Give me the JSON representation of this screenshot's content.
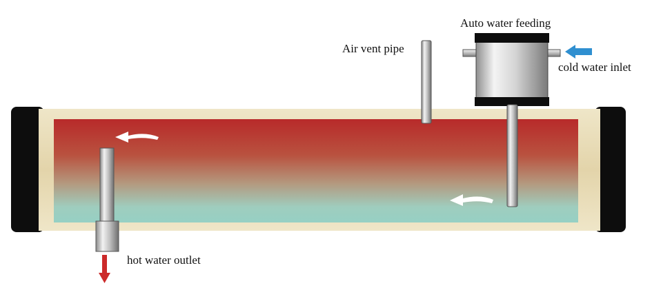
{
  "labels": {
    "air_vent_pipe": "Air vent pipe",
    "auto_water_feeding": "Auto water feeding",
    "cold_water_inlet": "cold water inlet",
    "hot_water_outlet": "hot water outlet"
  },
  "colors": {
    "tank_end_caps": "#0d0d0d",
    "tank_casing": "#e6d9b2",
    "water_hot": "#b82a2a",
    "water_cold": "#96d0c4",
    "pipe_metal": "#c4c4c4",
    "cold_inlet_arrow": "#2f8fd0",
    "hot_outlet_arrow": "#cc2a2a",
    "flow_arrow": "#ffffff"
  }
}
